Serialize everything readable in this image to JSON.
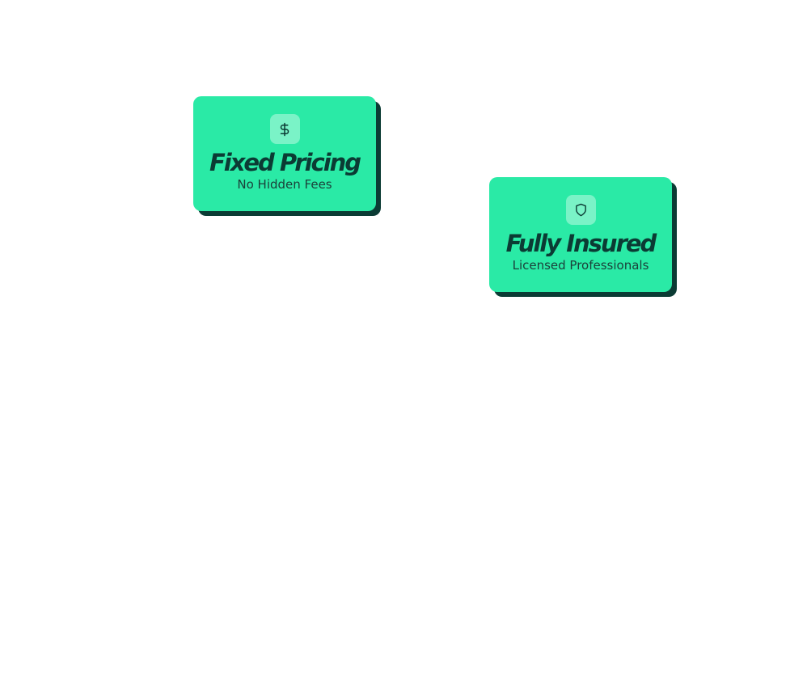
{
  "badges": [
    {
      "icon": "dollar-icon",
      "title": "Fixed Pricing",
      "subtitle": "No Hidden Fees"
    },
    {
      "icon": "shield-icon",
      "title": "Fully Insured",
      "subtitle": "Licensed Professionals"
    }
  ],
  "colors": {
    "badge_background": "#2aeaa6",
    "icon_tile": "#7af3c7",
    "text_dark": "#0b3b34",
    "shadow": "#0b3b34"
  }
}
